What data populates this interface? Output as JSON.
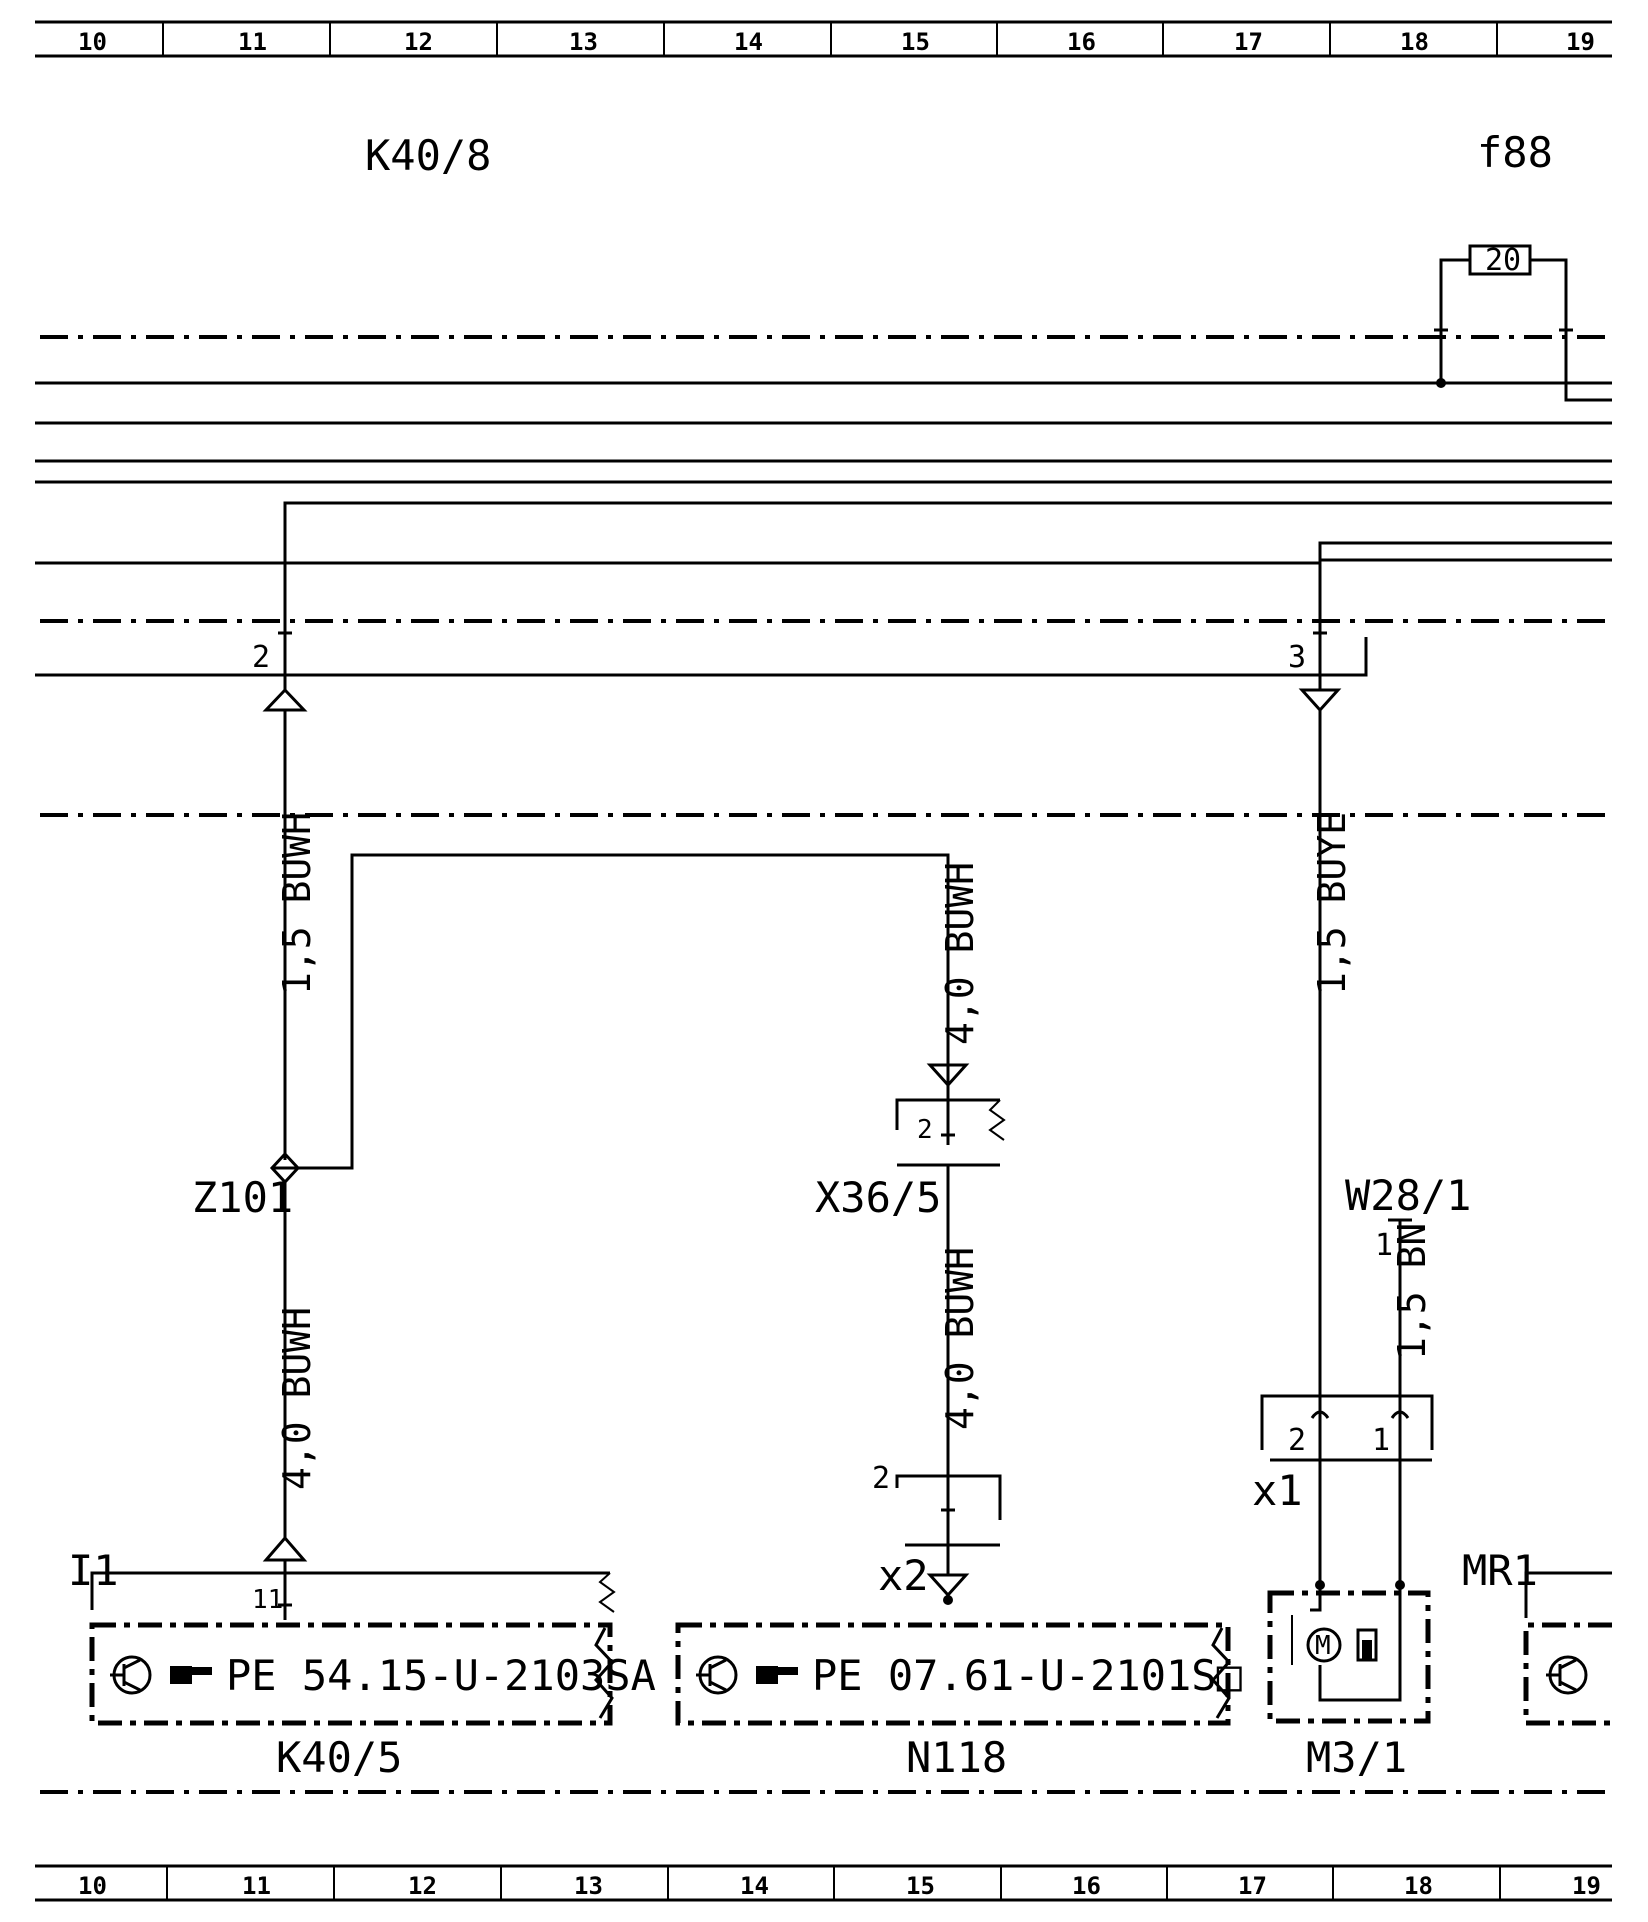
{
  "ruler": [
    "10",
    "11",
    "12",
    "13",
    "14",
    "15",
    "16",
    "17",
    "18",
    "19"
  ],
  "labels": {
    "k40_8": "K40/8",
    "f88": "f88",
    "fuse": "20",
    "pin_2_top": "2",
    "pin_3_top": "3",
    "wire_1": "1,5 BUWH",
    "wire_2": "4,0 BUWH",
    "wire_3": "1,5 BUYE",
    "z101": "Z101",
    "x36_5": "X36/5",
    "x36_pin": "2",
    "w28_1": "W28/1",
    "w28_pin": "1",
    "wire_4": "4,0 BUWH",
    "wire_5": "4,0 BUWH",
    "wire_6": "1,5 BN",
    "x1": "x1",
    "x1_pin2": "2",
    "x1_pin1": "1",
    "x2": "x2",
    "x2_pin": "2",
    "i1": "I1",
    "i1_pin": "11",
    "mr1": "MR1",
    "ref_1": "PE  54.15-U-2103SA",
    "ref_2": "PE  07.61-U-2101S□",
    "k40_5": "K40/5",
    "n118": "N118",
    "m3_1": "M3/1",
    "motor": "M"
  }
}
